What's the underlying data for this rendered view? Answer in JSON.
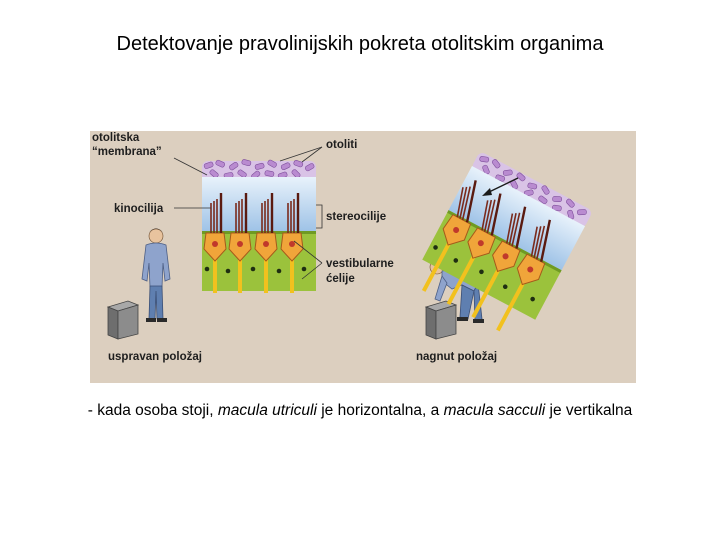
{
  "title": "Detektovanje pravolinijskih pokreta otolitskim organima",
  "figure": {
    "labels": {
      "otolitska_1": "otolitska",
      "otolitska_2": "“membrana”",
      "otoliti": "otoliti",
      "kinocilija": "kinocilija",
      "stereocilije": "stereocilije",
      "vestibularne_1": "vestibularne",
      "vestibularne_2": "ćelije",
      "uspravan": "uspravan položaj",
      "nagnut": "nagnut položaj"
    },
    "colors": {
      "background": "#dccfbf",
      "otoconia": "#c9a7d8",
      "membrane": "#bcd6ee",
      "hair_cell": "#f0a53a",
      "supporting_layer": "#9bc23c",
      "nerve": "#f2c11e",
      "kinocilium": "#7a2a1c",
      "person_shirt": "#8ea3cc",
      "box": "#7a7a7a"
    }
  },
  "caption": {
    "prefix": "- kada osoba stoji, ",
    "term1": "macula utriculi",
    "middle": " je horizontalna, a ",
    "term2": "macula sacculi",
    "suffix": " je vertikalna"
  }
}
